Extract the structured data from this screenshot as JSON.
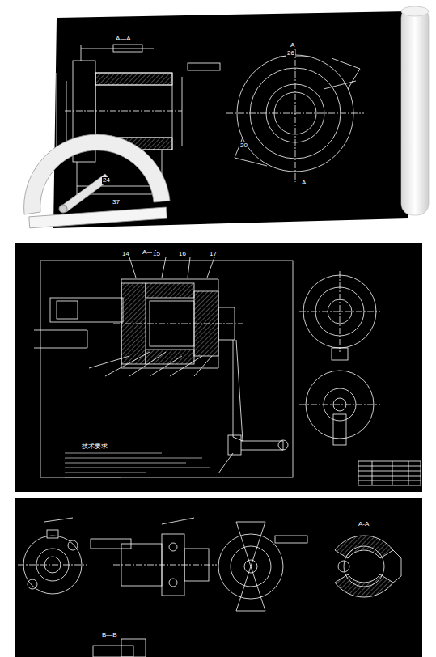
{
  "diagram": {
    "labels": [
      "A—A",
      "A",
      "A",
      "26",
      "37",
      "24",
      "20",
      "A—A",
      "14",
      "15",
      "16",
      "17",
      "技术要求",
      "B—B",
      "A-A"
    ]
  }
}
